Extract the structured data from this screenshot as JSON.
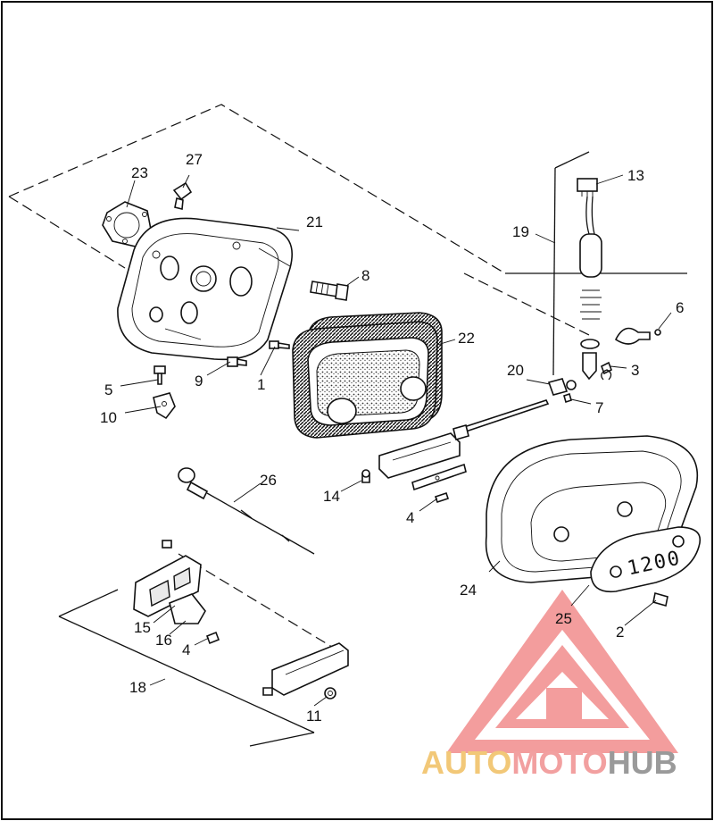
{
  "diagram": {
    "callouts": [
      {
        "id": "1",
        "label": "1"
      },
      {
        "id": "2",
        "label": "2"
      },
      {
        "id": "3",
        "label": "3"
      },
      {
        "id": "4a",
        "label": "4"
      },
      {
        "id": "4b",
        "label": "4"
      },
      {
        "id": "5",
        "label": "5"
      },
      {
        "id": "6",
        "label": "6"
      },
      {
        "id": "7",
        "label": "7"
      },
      {
        "id": "8",
        "label": "8"
      },
      {
        "id": "9",
        "label": "9"
      },
      {
        "id": "10",
        "label": "10"
      },
      {
        "id": "11",
        "label": "11"
      },
      {
        "id": "13",
        "label": "13"
      },
      {
        "id": "14",
        "label": "14"
      },
      {
        "id": "15",
        "label": "15"
      },
      {
        "id": "16",
        "label": "16"
      },
      {
        "id": "18",
        "label": "18"
      },
      {
        "id": "19",
        "label": "19"
      },
      {
        "id": "20",
        "label": "20"
      },
      {
        "id": "21",
        "label": "21"
      },
      {
        "id": "22",
        "label": "22"
      },
      {
        "id": "23",
        "label": "23"
      },
      {
        "id": "24",
        "label": "24"
      },
      {
        "id": "25",
        "label": "25"
      },
      {
        "id": "26",
        "label": "26"
      },
      {
        "id": "27",
        "label": "27"
      }
    ],
    "badge_text": "1200"
  },
  "watermark": {
    "part1": "AUTO",
    "part2": "MOTO",
    "part3": "HUB",
    "colors": {
      "part1": "#f2c878",
      "part2": "#f2a0a0",
      "part3": "#9a9a9a",
      "logo": "#f28c8c"
    }
  }
}
